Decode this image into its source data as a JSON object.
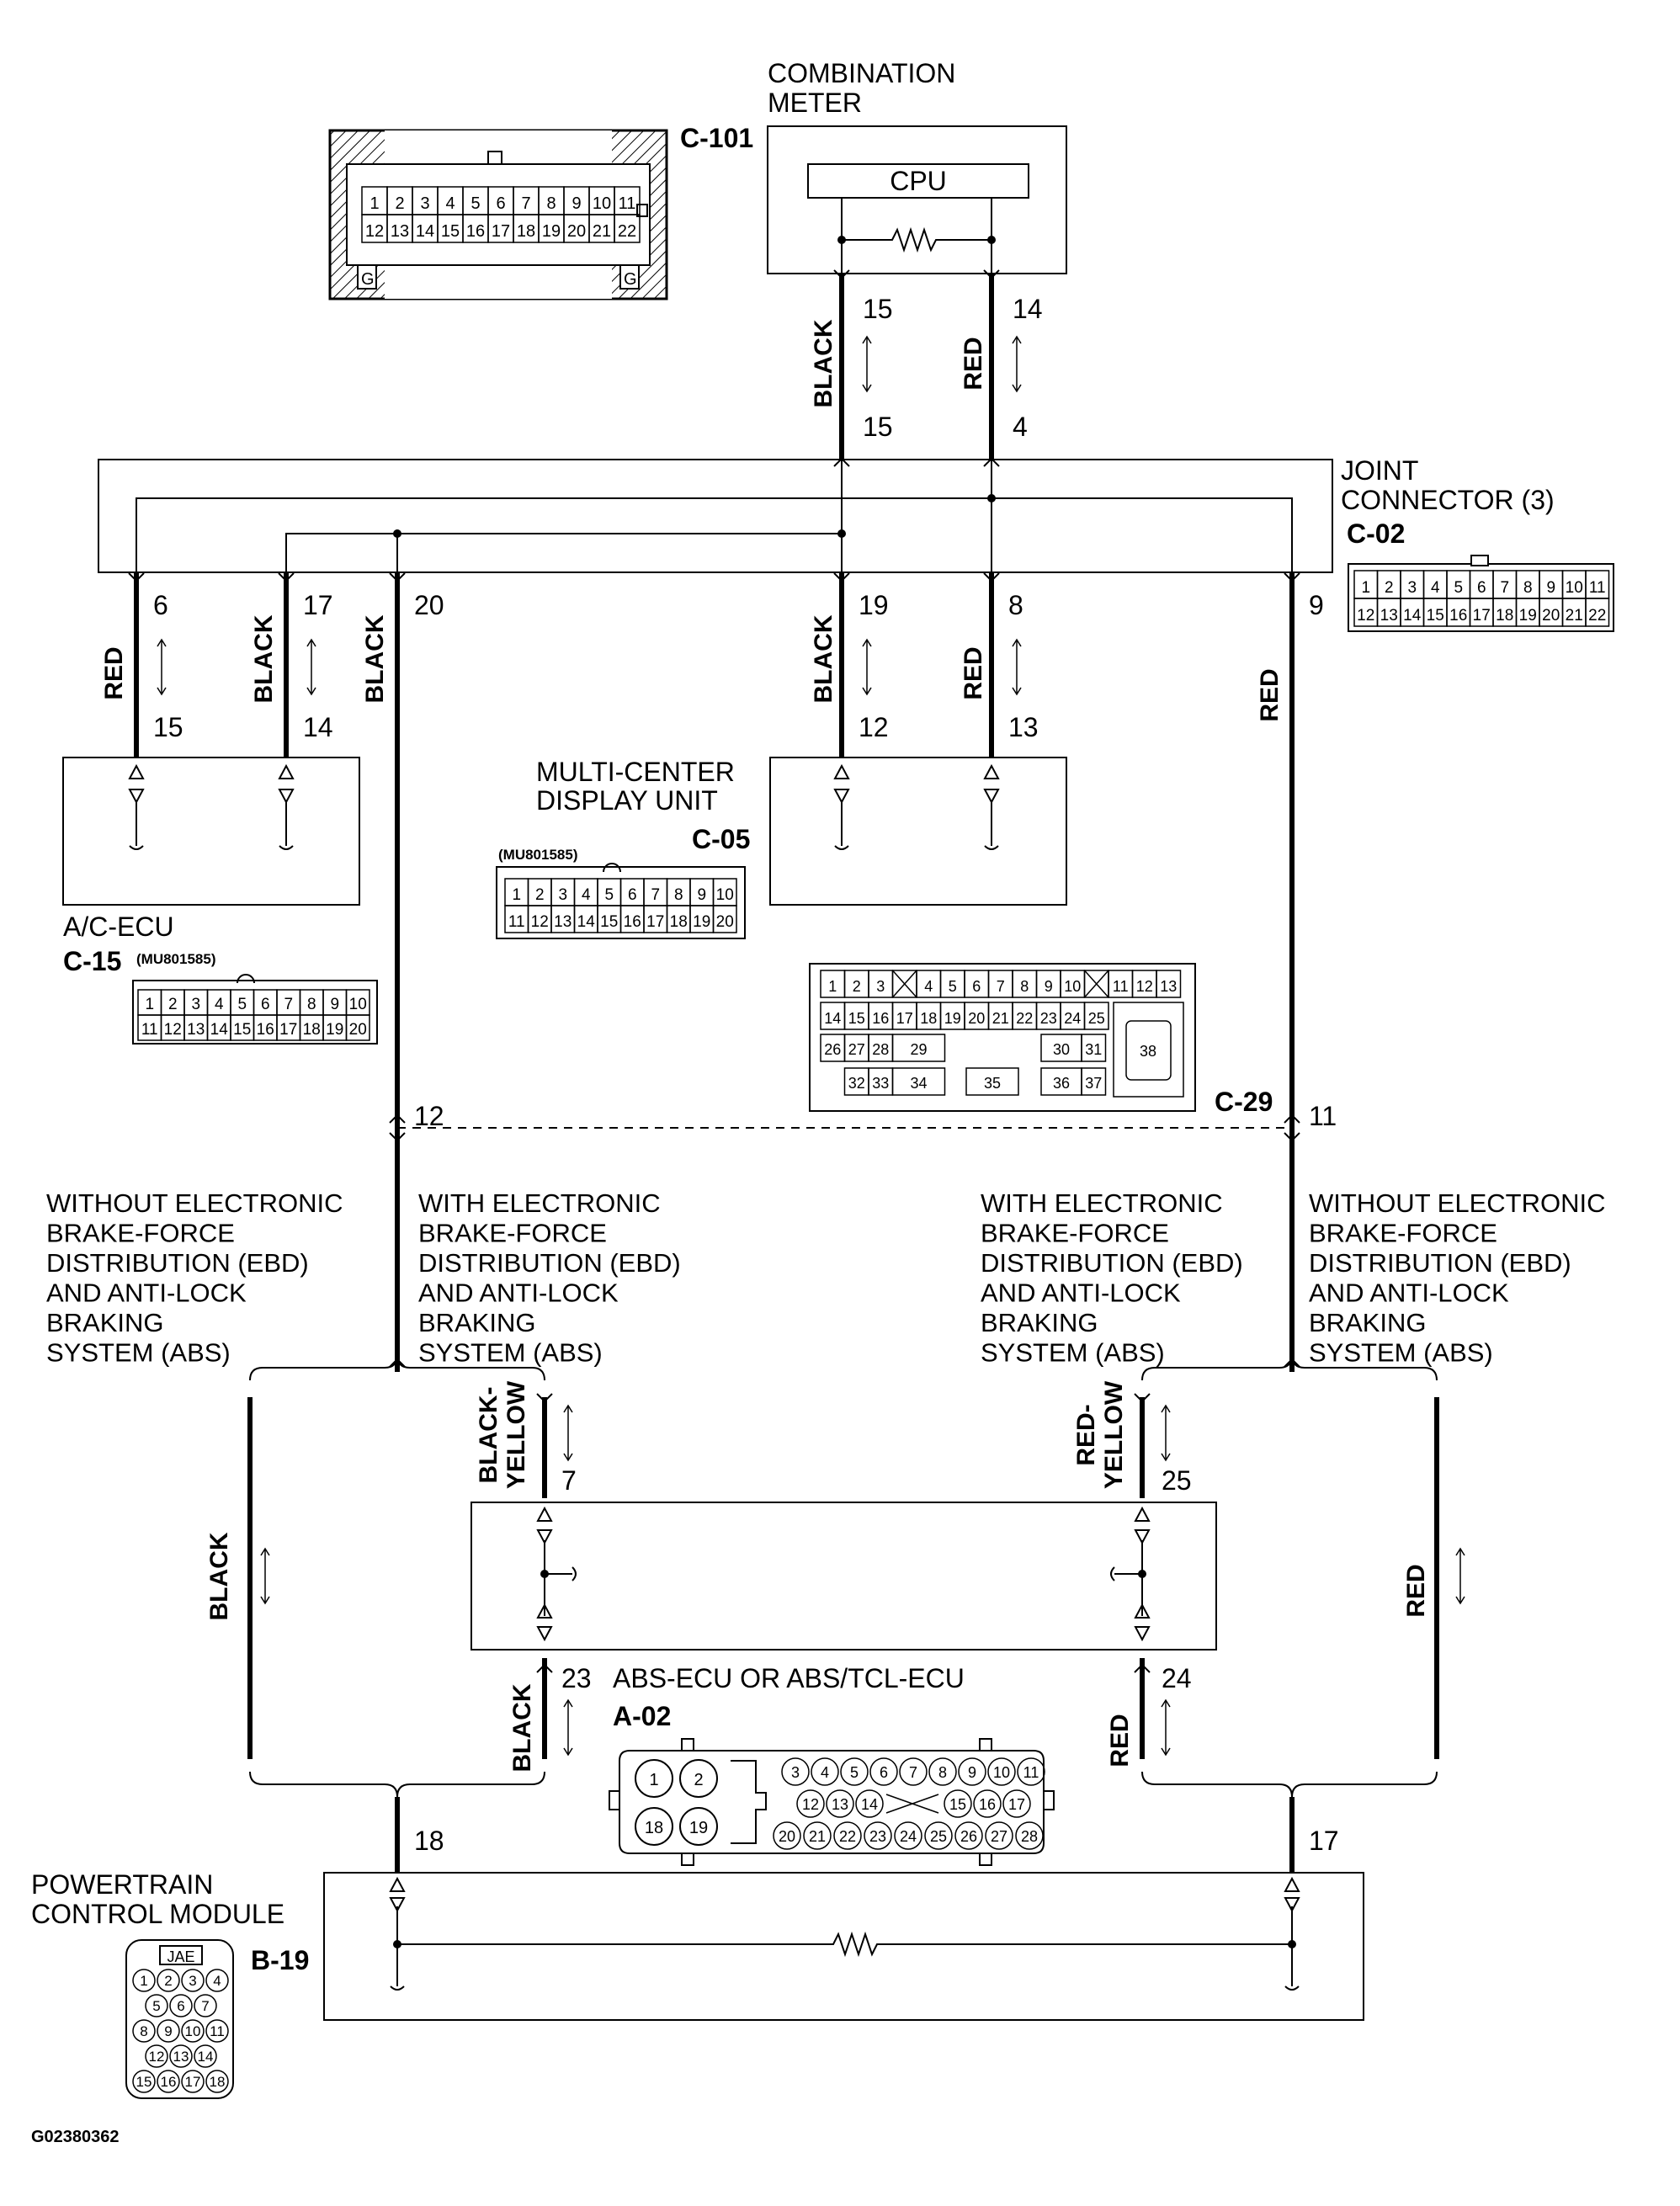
{
  "components": {
    "combination_meter": [
      "COMBINATION",
      "METER"
    ],
    "cpu": "CPU",
    "joint_connector": [
      "JOINT",
      "CONNECTOR (3)"
    ],
    "multi_center": [
      "MULTI-CENTER",
      "DISPLAY UNIT"
    ],
    "ac_ecu": "A/C-ECU",
    "abs_ecu": "ABS-ECU OR ABS/TCL-ECU",
    "pcm": [
      "POWERTRAIN",
      "CONTROL MODULE"
    ]
  },
  "connectors": {
    "c101": "C-101",
    "c02": "C-02",
    "c05": "C-05",
    "c15": "C-15",
    "c29": "C-29",
    "a02": "A-02",
    "b19": "B-19"
  },
  "part_numbers": {
    "c05": "(MU801585)",
    "c15": "(MU801585)"
  },
  "wire_colors": {
    "black": "BLACK",
    "red": "RED",
    "black_yellow": [
      "BLACK-",
      "YELLOW"
    ],
    "red_yellow": [
      "RED-",
      "YELLOW"
    ]
  },
  "pins": {
    "meter_black": "15",
    "meter_red": "14",
    "jc_in_black": "15",
    "jc_in_red": "4",
    "jc_6": "6",
    "jc_17": "17",
    "jc_20": "20",
    "jc_19": "19",
    "jc_8": "8",
    "jc_9": "9",
    "ac_15": "15",
    "ac_14": "14",
    "mcd_12": "12",
    "mcd_13": "13",
    "c29_12": "12",
    "c29_11": "11",
    "abs_7": "7",
    "abs_25": "25",
    "abs_23": "23",
    "abs_24": "24",
    "pcm_18": "18",
    "pcm_17": "17"
  },
  "notes": {
    "without_ebd_abs": [
      "WITHOUT ELECTRONIC",
      "BRAKE-FORCE",
      "DISTRIBUTION (EBD)",
      "AND ANTI-LOCK",
      "BRAKING",
      "SYSTEM (ABS)"
    ],
    "with_ebd_abs": [
      "WITH ELECTRONIC",
      "BRAKE-FORCE",
      "DISTRIBUTION (EBD)",
      "AND ANTI-LOCK",
      "BRAKING",
      "SYSTEM (ABS)"
    ]
  },
  "connector_pins": {
    "c101_row1": [
      "1",
      "2",
      "3",
      "4",
      "5",
      "6",
      "7",
      "8",
      "9",
      "10",
      "11"
    ],
    "c101_row2": [
      "12",
      "13",
      "14",
      "15",
      "16",
      "17",
      "18",
      "19",
      "20",
      "21",
      "22"
    ],
    "c101_ground": "G",
    "c02_row1": [
      "1",
      "2",
      "3",
      "4",
      "5",
      "6",
      "7",
      "8",
      "9",
      "10",
      "11"
    ],
    "c02_row2": [
      "12",
      "13",
      "14",
      "15",
      "16",
      "17",
      "18",
      "19",
      "20",
      "21",
      "22"
    ],
    "c05_row1": [
      "1",
      "2",
      "3",
      "4",
      "5",
      "6",
      "7",
      "8",
      "9",
      "10"
    ],
    "c05_row2": [
      "11",
      "12",
      "13",
      "14",
      "15",
      "16",
      "17",
      "18",
      "19",
      "20"
    ],
    "c15_row1": [
      "1",
      "2",
      "3",
      "4",
      "5",
      "6",
      "7",
      "8",
      "9",
      "10"
    ],
    "c15_row2": [
      "11",
      "12",
      "13",
      "14",
      "15",
      "16",
      "17",
      "18",
      "19",
      "20"
    ],
    "c29_row1": [
      "1",
      "2",
      "3",
      "",
      "4",
      "5",
      "6",
      "7",
      "8",
      "9",
      "10",
      "",
      "11",
      "12",
      "13"
    ],
    "c29_row2": [
      "14",
      "15",
      "16",
      "17",
      "18",
      "19",
      "20",
      "21",
      "22",
      "23",
      "24",
      "25"
    ],
    "c29_row3_left": [
      "26",
      "27",
      "28",
      "29"
    ],
    "c29_row3_right": [
      "30",
      "31"
    ],
    "c29_row4_left": [
      "32",
      "33",
      "34"
    ],
    "c29_center": "35",
    "c29_row4_right": [
      "36",
      "37"
    ],
    "c29_big": "38",
    "a02_big": [
      "1",
      "2",
      "18",
      "19"
    ],
    "a02_row1": [
      "3",
      "4",
      "5",
      "6",
      "7",
      "8",
      "9",
      "10",
      "11"
    ],
    "a02_row2": [
      "12",
      "13",
      "14",
      "15",
      "16",
      "17"
    ],
    "a02_row3": [
      "20",
      "21",
      "22",
      "23",
      "24",
      "25",
      "26",
      "27",
      "28"
    ],
    "b19_header": "JAE",
    "b19_rows": [
      [
        "1",
        "2",
        "3",
        "4"
      ],
      [
        "5",
        "6",
        "7"
      ],
      [
        "8",
        "9",
        "10",
        "11"
      ],
      [
        "12",
        "13",
        "14"
      ],
      [
        "15",
        "16",
        "17",
        "18"
      ]
    ]
  },
  "figure_id": "G02380362"
}
